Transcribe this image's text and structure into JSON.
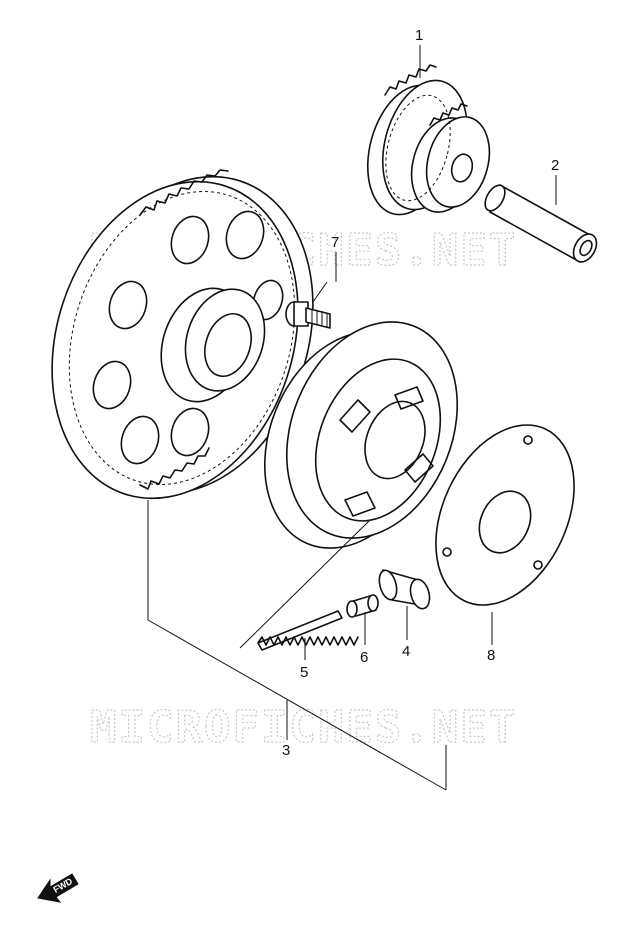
{
  "watermark": {
    "top": "MICROFICHES.NET",
    "bottom": "MICROFICHES.NET"
  },
  "callouts": {
    "c1": "1",
    "c2": "2",
    "c3": "3",
    "c4": "4",
    "c5": "5",
    "c6": "6",
    "c7": "7",
    "c8": "8"
  },
  "fwd_label": "FWD"
}
